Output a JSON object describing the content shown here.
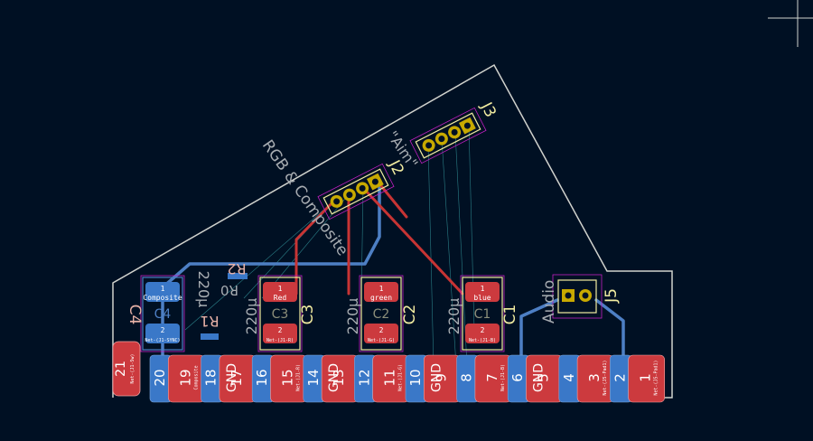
{
  "colors": {
    "background": "#001023",
    "edge_cuts": "#d0d2cd",
    "front_copper": "#c83434",
    "back_copper": "#4d7fc4",
    "front_silk": "#f2eda1",
    "back_silk": "#e8b2a7",
    "courtyard": "#c21fc2",
    "pad_front": "#cc3a3e",
    "pad_back": "#3a78c8",
    "ratsnest": "#39a3a8",
    "plated_hole": "#c8a900"
  },
  "board_text": {
    "rgb_label": "RGB & Composite",
    "audio_label": "Audio",
    "left_field_label": "\"Aim\""
  },
  "components": {
    "J3": {
      "ref": "J3"
    },
    "J2": {
      "ref": "J2"
    },
    "J5": {
      "ref": "J5"
    },
    "C1": {
      "ref": "C1",
      "value": "220µ",
      "pad1_net": "blue",
      "pad2_net": "Net-(J1-B)"
    },
    "C2": {
      "ref": "C2",
      "value": "220µ",
      "pad1_net": "green",
      "pad2_net": "Net-(J1-G)"
    },
    "C3": {
      "ref": "C3",
      "value": "220µ",
      "pad1_net": "Red",
      "pad2_net": "Net-(J1-R)"
    },
    "C4": {
      "ref": "C4",
      "value": "220µ",
      "pad1_net": "Composite",
      "pad2_net": "Net-(J1-SYNC)"
    },
    "R1": {
      "ref": "R1"
    },
    "R2": {
      "ref": "R2",
      "value": "R0"
    },
    "cap_pad_numbers": [
      "1",
      "2"
    ]
  },
  "connector": {
    "pins": [
      {
        "num": "21",
        "net": "Net-(J1-Sw)"
      },
      {
        "num": "20",
        "net": ""
      },
      {
        "num": "19",
        "net": "Composite"
      },
      {
        "num": "18",
        "net": ""
      },
      {
        "num": "17",
        "net": "GND"
      },
      {
        "num": "16",
        "net": ""
      },
      {
        "num": "15",
        "net": "Net-(J1-R)"
      },
      {
        "num": "14",
        "net": ""
      },
      {
        "num": "13",
        "net": "GND"
      },
      {
        "num": "12",
        "net": ""
      },
      {
        "num": "11",
        "net": "Net-(J1-G)"
      },
      {
        "num": "10",
        "net": ""
      },
      {
        "num": "9",
        "net": "GND"
      },
      {
        "num": "8",
        "net": ""
      },
      {
        "num": "7",
        "net": "Net-(J1-B)"
      },
      {
        "num": "6",
        "net": ""
      },
      {
        "num": "5",
        "net": "GND"
      },
      {
        "num": "4",
        "net": ""
      },
      {
        "num": "3",
        "net": "Net-(J5-Pad1)"
      },
      {
        "num": "2",
        "net": ""
      },
      {
        "num": "1",
        "net": "Net-(J5-Pad1)"
      }
    ]
  }
}
